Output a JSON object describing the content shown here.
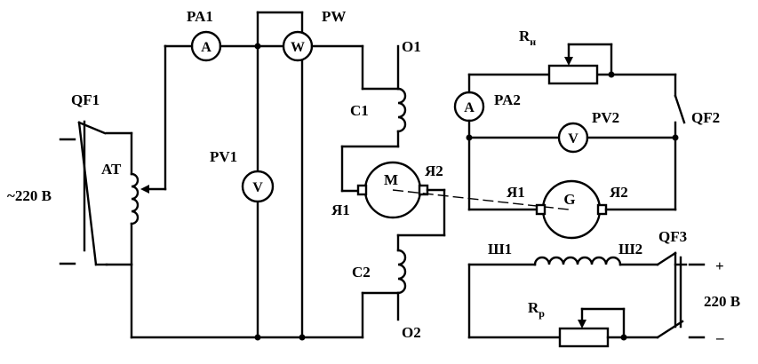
{
  "labels": {
    "qf1": "QF1",
    "at": "AT",
    "supply_left": "~220 В",
    "minus_top": "–",
    "minus_bottom": "–",
    "pa1": "PA1",
    "pw": "PW",
    "pv1": "PV1",
    "o1": "O1",
    "o2": "O2",
    "c1": "C1",
    "c2": "C2",
    "m_ya1": "Я1",
    "m_ya2": "Я2",
    "g_ya1": "Я1",
    "g_ya2": "Я2",
    "r_h_main": "R",
    "r_h_sub": "н",
    "pa2": "PA2",
    "pv2": "PV2",
    "qf2": "QF2",
    "sh1": "Ш1",
    "sh2": "Ш2",
    "qf3": "QF3",
    "plus": "+",
    "minus_right": "–",
    "supply_right": "220 В",
    "r_p_main": "R",
    "r_p_sub": "p"
  },
  "meters": {
    "ammeter": "A",
    "wattmeter": "W",
    "voltmeter": "V",
    "motor": "M",
    "generator": "G"
  }
}
